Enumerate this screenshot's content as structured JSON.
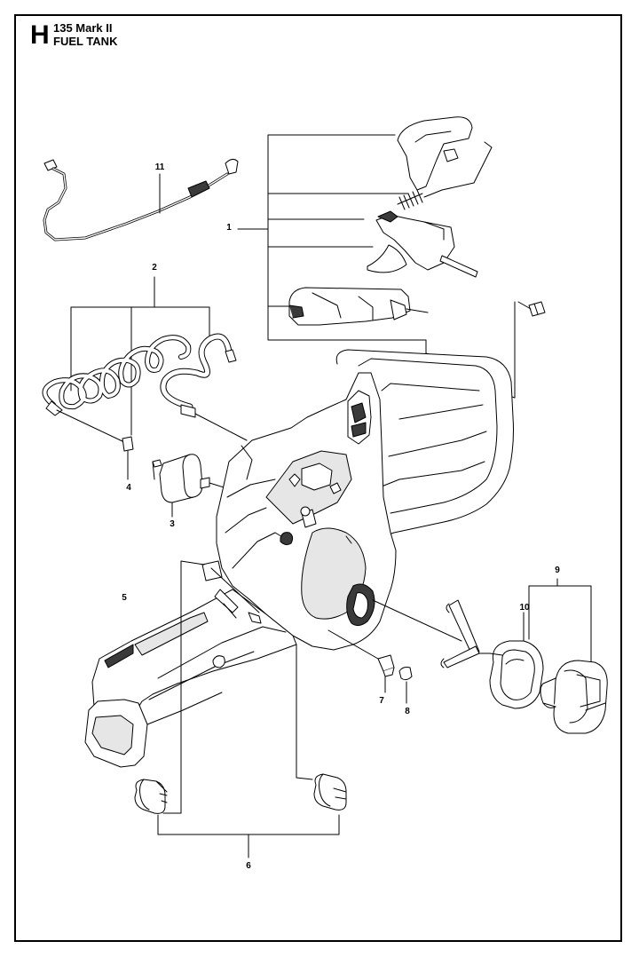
{
  "header": {
    "section_letter": "H",
    "model": "135 Mark II",
    "title": "FUEL TANK"
  },
  "callouts": {
    "c1": "1",
    "c2": "2",
    "c3": "3",
    "c4": "4",
    "c5": "5",
    "c6": "6",
    "c7": "7",
    "c8": "8",
    "c9": "9",
    "c10": "10",
    "c11": "11"
  },
  "colors": {
    "line": "#000000",
    "fill": "#ffffff",
    "shade": "#e6e6e6",
    "dark": "#3a3a3a"
  }
}
